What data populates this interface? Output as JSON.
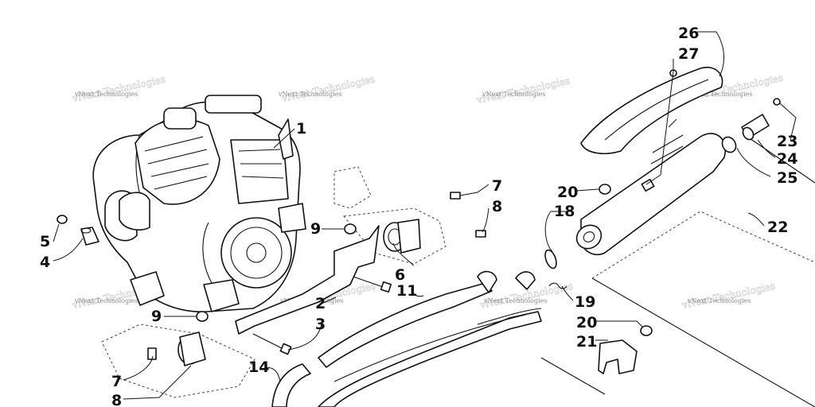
{
  "watermark_text": "vNext Technologies",
  "callouts": {
    "c1": "1",
    "c2": "2",
    "c3": "3",
    "c4": "4",
    "c5": "5",
    "c6": "6",
    "c7a": "7",
    "c7b": "7",
    "c8a": "8",
    "c8b": "8",
    "c9a": "9",
    "c9b": "9",
    "c11": "11",
    "c14": "14",
    "c18": "18",
    "c19": "19",
    "c20a": "20",
    "c20b": "20",
    "c21": "21",
    "c22": "22",
    "c23": "23",
    "c24": "24",
    "c25": "25",
    "c26": "26",
    "c27": "27"
  }
}
